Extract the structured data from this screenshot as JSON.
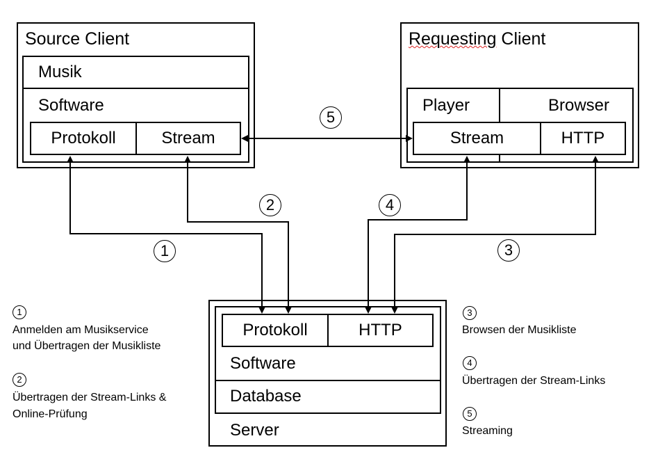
{
  "source_client": {
    "title": "Source Client",
    "musik": "Musik",
    "software": "Software",
    "protokoll": "Protokoll",
    "stream": "Stream"
  },
  "requesting_client": {
    "title_underlined": "Requesting",
    "title_rest": " Client",
    "player": "Player",
    "browser": "Browser",
    "stream": "Stream",
    "http": "HTTP"
  },
  "server": {
    "protokoll": "Protokoll",
    "http": "HTTP",
    "software": "Software",
    "database": "Database",
    "title": "Server"
  },
  "markers": {
    "m1": "1",
    "m2": "2",
    "m3": "3",
    "m4": "4",
    "m5": "5"
  },
  "legend": {
    "l1_num": "1",
    "l1_line1": "Anmelden am Musikservice",
    "l1_line2": "und Übertragen der Musikliste",
    "l2_num": "2",
    "l2_line1": "Übertragen der Stream-Links &",
    "l2_line2": "Online-Prüfung",
    "l3_num": "3",
    "l3_line1": "Browsen der Musikliste",
    "l4_num": "4",
    "l4_line1": "Übertragen der Stream-Links",
    "l5_num": "5",
    "l5_line1": "Streaming"
  }
}
